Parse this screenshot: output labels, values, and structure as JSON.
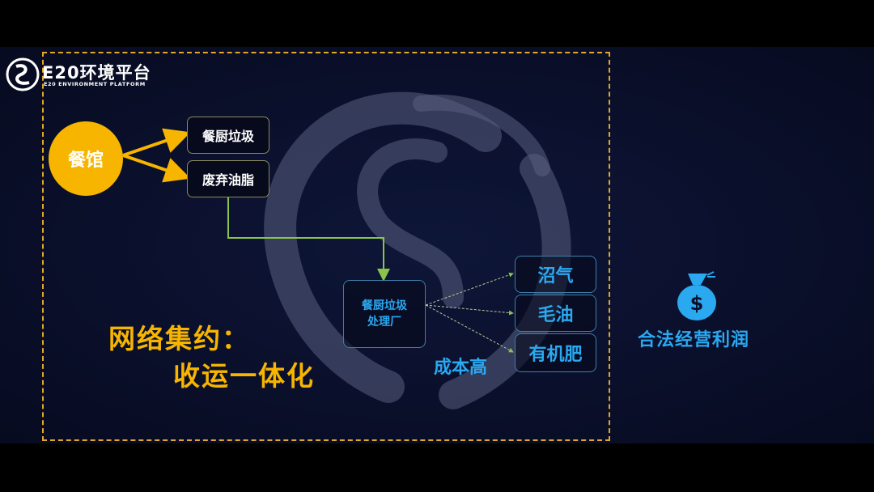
{
  "logo": {
    "title": "E20环境平台",
    "subtitle": "E20 ENVIRONMENT PLATFORM"
  },
  "source": {
    "label": "餐馆"
  },
  "outputs": [
    {
      "label": "餐厨垃圾"
    },
    {
      "label": "废弃油脂"
    }
  ],
  "plant": {
    "line1": "餐厨垃圾",
    "line2": "处理厂"
  },
  "products": [
    {
      "label": "沼气"
    },
    {
      "label": "毛油"
    },
    {
      "label": "有机肥"
    }
  ],
  "cost_note": "成本高",
  "slogan": {
    "line1": "网络集约：",
    "line2": "收运一体化"
  },
  "profit": {
    "label": "合法经营利润",
    "icon": "money-bag-icon"
  },
  "colors": {
    "accent_yellow": "#f7b500",
    "accent_blue": "#2aa8f0",
    "frame": "#e2a72a",
    "connector_green": "#8bc34a"
  }
}
